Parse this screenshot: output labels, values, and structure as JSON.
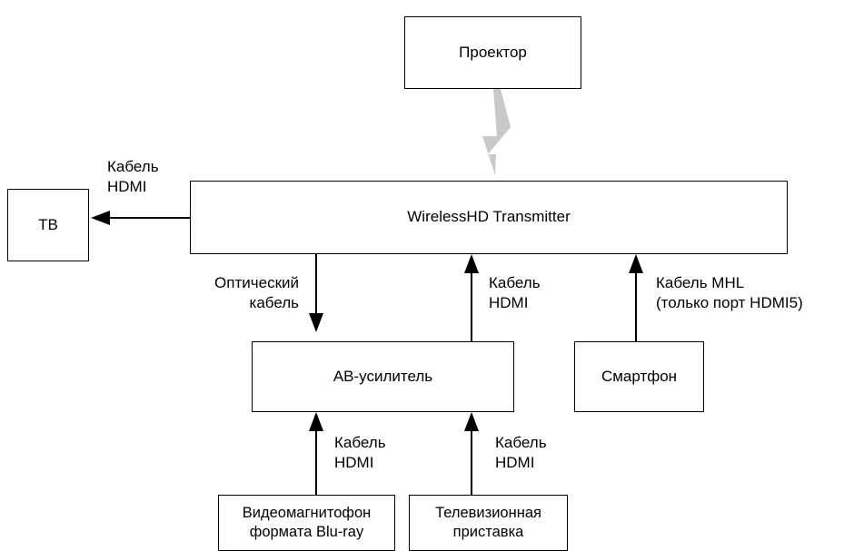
{
  "nodes": {
    "projector": "Проектор",
    "transmitter": "WirelessHD Transmitter",
    "tv": "ТВ",
    "av_amp": "АВ-усилитель",
    "smartphone": "Смартфон",
    "bluray": [
      "Видеомагнитофон",
      "формата Blu-ray"
    ],
    "settop": [
      "Телевизионная",
      "приставка"
    ]
  },
  "edges": {
    "tv_hdmi": [
      "Кабель",
      "HDMI"
    ],
    "optical": [
      "Оптический",
      "кабель"
    ],
    "amp_hdmi": [
      "Кабель",
      "HDMI"
    ],
    "mhl": [
      "Кабель MHL",
      "(только порт HDMI5)"
    ],
    "bluray_hdmi": [
      "Кабель",
      "HDMI"
    ],
    "settop_hdmi": [
      "Кабель",
      "HDMI"
    ]
  },
  "colors": {
    "line": "#000000",
    "wireless": "#c8c8c8"
  }
}
